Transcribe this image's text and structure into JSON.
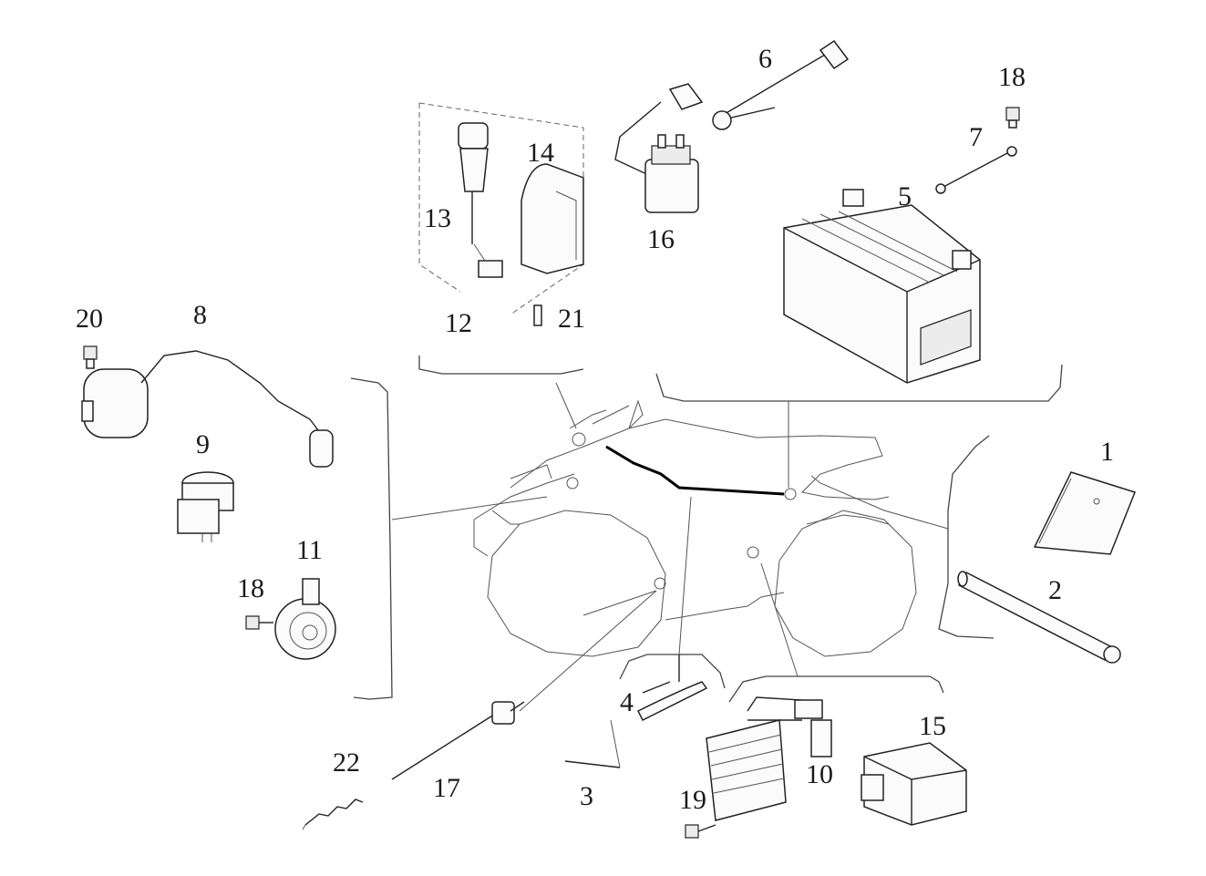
{
  "diagram": {
    "labels": [
      {
        "id": "1",
        "text": "1"
      },
      {
        "id": "2",
        "text": "2"
      },
      {
        "id": "3",
        "text": "3"
      },
      {
        "id": "4",
        "text": "4"
      },
      {
        "id": "5",
        "text": "5"
      },
      {
        "id": "6",
        "text": "6"
      },
      {
        "id": "7",
        "text": "7"
      },
      {
        "id": "8",
        "text": "8"
      },
      {
        "id": "9",
        "text": "9"
      },
      {
        "id": "10",
        "text": "10"
      },
      {
        "id": "11",
        "text": "11"
      },
      {
        "id": "12",
        "text": "12"
      },
      {
        "id": "13",
        "text": "13"
      },
      {
        "id": "14",
        "text": "14"
      },
      {
        "id": "15",
        "text": "15"
      },
      {
        "id": "16",
        "text": "16"
      },
      {
        "id": "17",
        "text": "17"
      },
      {
        "id": "18a",
        "text": "18"
      },
      {
        "id": "18b",
        "text": "18"
      },
      {
        "id": "19",
        "text": "19"
      },
      {
        "id": "20",
        "text": "20"
      },
      {
        "id": "21",
        "text": "21"
      },
      {
        "id": "22",
        "text": "22"
      }
    ]
  }
}
